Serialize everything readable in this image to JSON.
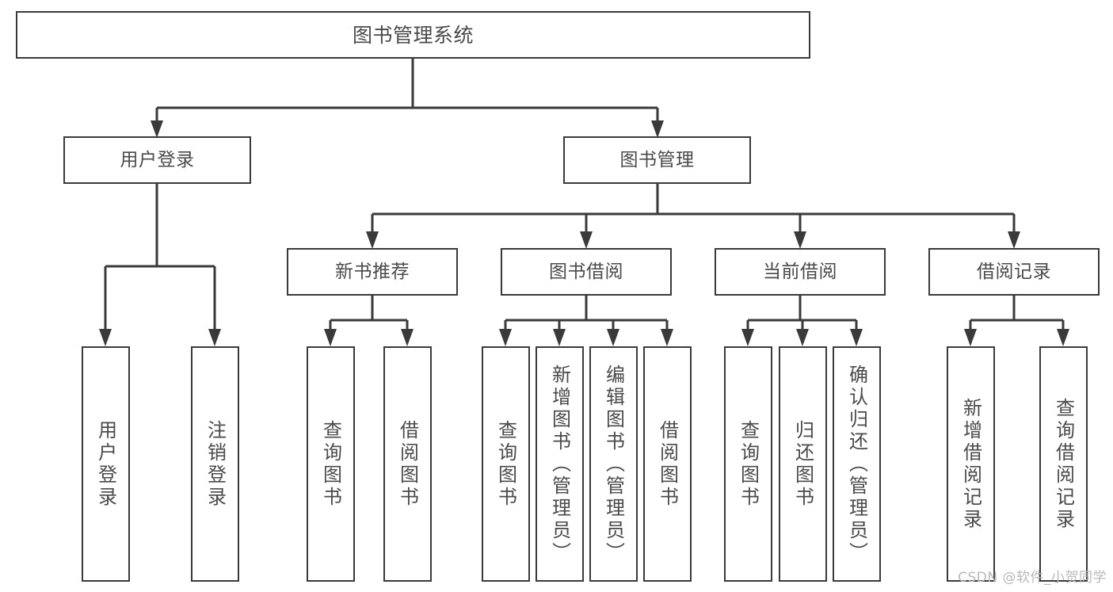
{
  "diagram": {
    "title": "图书管理系统",
    "type": "tree",
    "watermark": "CSDN @软件_小贺同学",
    "colors": {
      "border": "#3a3a3a",
      "text": "#4a4a4a",
      "background": "#ffffff",
      "watermark": "#b9b9b9"
    },
    "levels": {
      "root": {
        "label": "图书管理系统"
      },
      "level1": [
        {
          "label": "用户登录"
        },
        {
          "label": "图书管理"
        }
      ],
      "level2": [
        {
          "label": "新书推荐"
        },
        {
          "label": "图书借阅"
        },
        {
          "label": "当前借阅"
        },
        {
          "label": "借阅记录"
        }
      ],
      "leaves_user_login": [
        {
          "label": "用户登录"
        },
        {
          "label": "注销登录"
        }
      ],
      "leaves_new_book": [
        {
          "label": "查询图书"
        },
        {
          "label": "借阅图书"
        }
      ],
      "leaves_borrow": [
        {
          "label": "查询图书"
        },
        {
          "label": "新增图书（管理员）"
        },
        {
          "label": "编辑图书（管理员）"
        },
        {
          "label": "借阅图书"
        }
      ],
      "leaves_current": [
        {
          "label": "查询图书"
        },
        {
          "label": "归还图书"
        },
        {
          "label": "确认归还（管理员）"
        }
      ],
      "leaves_records": [
        {
          "label": "新增借阅记录"
        },
        {
          "label": "查询借阅记录"
        }
      ]
    }
  }
}
